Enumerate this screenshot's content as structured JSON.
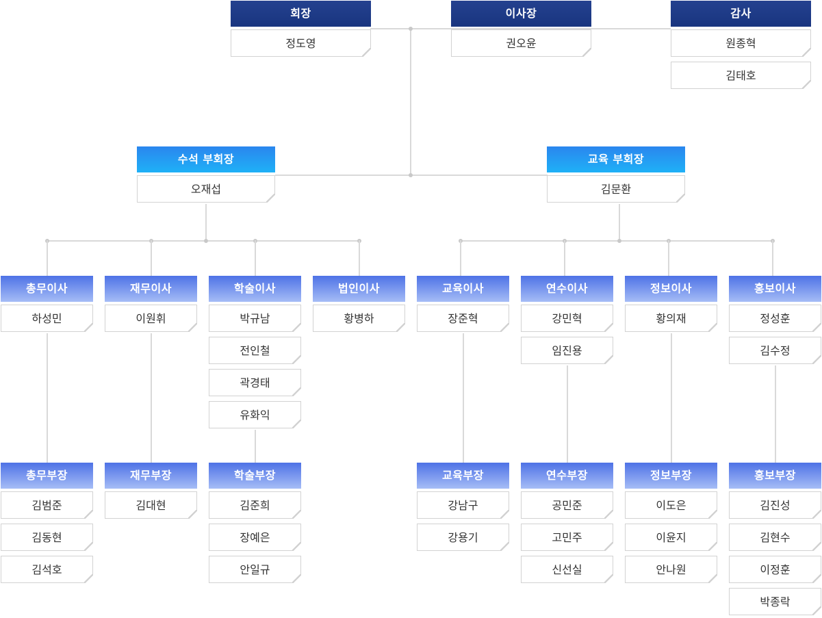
{
  "top": {
    "chairman": {
      "title": "회장",
      "names": [
        "정도영"
      ]
    },
    "director": {
      "title": "이사장",
      "names": [
        "권오윤"
      ]
    },
    "auditor": {
      "title": "감사",
      "names": [
        "원종혁",
        "김태호"
      ]
    }
  },
  "vice": {
    "senior": {
      "title": "수석 부회장",
      "names": [
        "오재섭"
      ]
    },
    "education": {
      "title": "교육 부회장",
      "names": [
        "김문환"
      ]
    }
  },
  "directors": [
    {
      "title": "총무이사",
      "names": [
        "하성민"
      ]
    },
    {
      "title": "재무이사",
      "names": [
        "이원휘"
      ]
    },
    {
      "title": "학술이사",
      "names": [
        "박규남",
        "전인철",
        "곽경태",
        "유화익"
      ]
    },
    {
      "title": "법인이사",
      "names": [
        "황병하"
      ]
    },
    {
      "title": "교육이사",
      "names": [
        "장준혁"
      ]
    },
    {
      "title": "연수이사",
      "names": [
        "강민혁",
        "임진용"
      ]
    },
    {
      "title": "정보이사",
      "names": [
        "황의재"
      ]
    },
    {
      "title": "홍보이사",
      "names": [
        "정성훈",
        "김수정"
      ]
    }
  ],
  "managers": [
    {
      "title": "총무부장",
      "names": [
        "김범준",
        "김동현",
        "김석호"
      ]
    },
    {
      "title": "재무부장",
      "names": [
        "김대현"
      ]
    },
    {
      "title": "학술부장",
      "names": [
        "김준희",
        "장예은",
        "안일규"
      ]
    },
    {
      "title": "교육부장",
      "names": [
        "강남구",
        "강용기"
      ]
    },
    {
      "title": "연수부장",
      "names": [
        "공민준",
        "고민주",
        "신선실"
      ]
    },
    {
      "title": "정보부장",
      "names": [
        "이도은",
        "이윤지",
        "안나원"
      ]
    },
    {
      "title": "홍보부장",
      "names": [
        "김진성",
        "김현수",
        "이정훈",
        "박종락"
      ]
    }
  ]
}
